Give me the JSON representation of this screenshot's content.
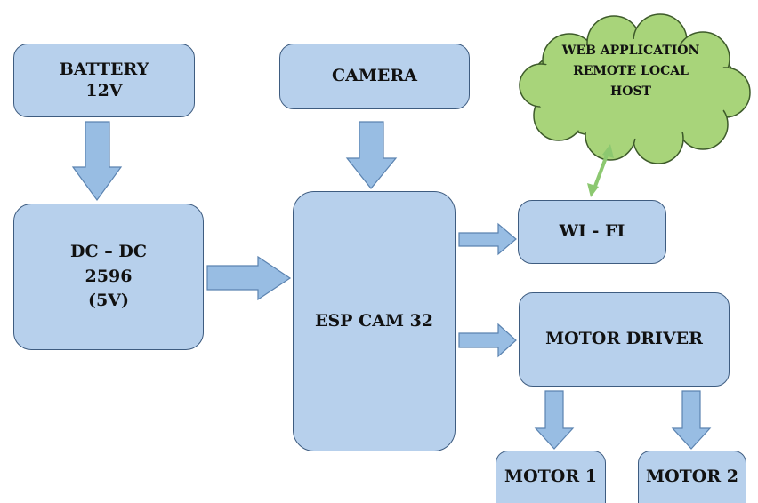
{
  "blocks": {
    "battery": {
      "line1": "BATTERY",
      "line2": "12V"
    },
    "camera": {
      "label": "CAMERA"
    },
    "dcdc": {
      "line1": "DC – DC",
      "line2": "2596",
      "line3": "(5V)"
    },
    "esp": {
      "label": "ESP CAM 32"
    },
    "wifi": {
      "label": "WI - FI"
    },
    "motor_driver": {
      "label": "MOTOR DRIVER"
    },
    "motor1": {
      "label": "MOTOR 1"
    },
    "motor2": {
      "label": "MOTOR 2"
    }
  },
  "cloud": {
    "line1": "WEB APPLICATION",
    "line2": "REMOTE LOCAL",
    "line3": "HOST"
  },
  "colors": {
    "block_fill": "#b7d0ec",
    "block_border": "#3e5c80",
    "arrow_fill": "#98bde3",
    "cloud_fill": "#a8d47a",
    "cloud_border": "#3d5a2a",
    "link_arrow": "#8cc870"
  }
}
